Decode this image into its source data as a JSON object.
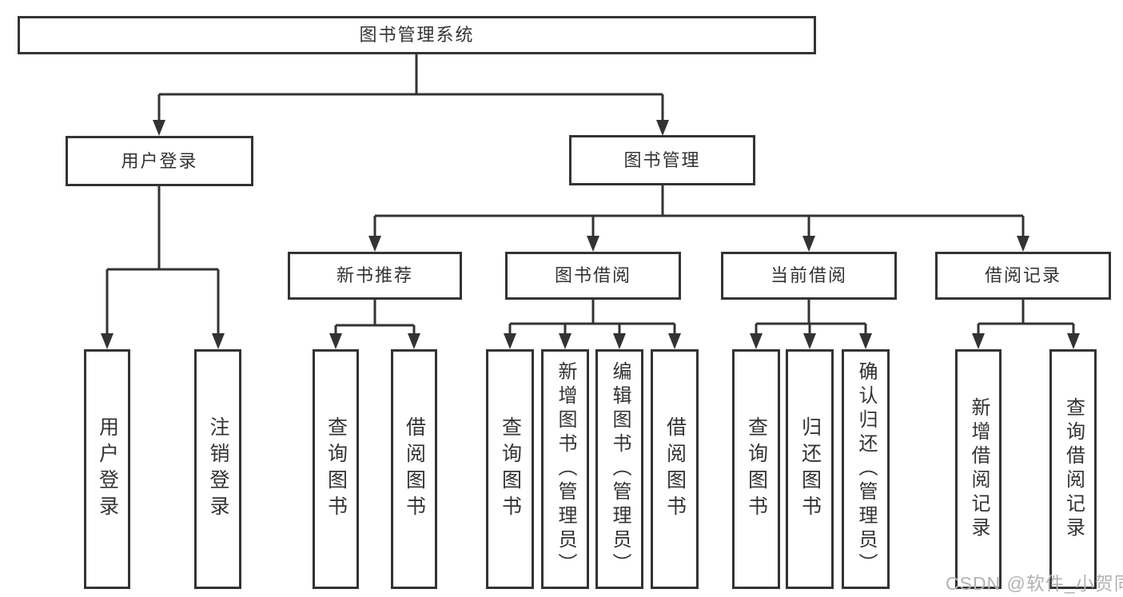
{
  "diagram_type": "hierarchy-flowchart",
  "tree": {
    "label": "图书管理系统",
    "children": [
      {
        "label": "用户登录",
        "children": [
          {
            "label": "用户登录"
          },
          {
            "label": "注销登录"
          }
        ]
      },
      {
        "label": "图书管理",
        "children": [
          {
            "label": "新书推荐",
            "children": [
              {
                "label": "查询图书"
              },
              {
                "label": "借阅图书"
              }
            ]
          },
          {
            "label": "图书借阅",
            "children": [
              {
                "label": "查询图书"
              },
              {
                "label": "新增图书（管理员）"
              },
              {
                "label": "编辑图书（管理员）"
              },
              {
                "label": "借阅图书"
              }
            ]
          },
          {
            "label": "当前借阅",
            "children": [
              {
                "label": "查询图书"
              },
              {
                "label": "归还图书"
              },
              {
                "label": "确认归还（管理员）"
              }
            ]
          },
          {
            "label": "借阅记录",
            "children": [
              {
                "label": "新增借阅记录"
              },
              {
                "label": "查询借阅记录"
              }
            ]
          }
        ]
      }
    ]
  },
  "watermark": {
    "text": "CSDN @软件_小贺同学"
  },
  "colors": {
    "line": "#333333",
    "text": "#333333",
    "box_background": "#ffffff",
    "page_background": "#ffffff",
    "watermark": "#b3b3b3"
  }
}
